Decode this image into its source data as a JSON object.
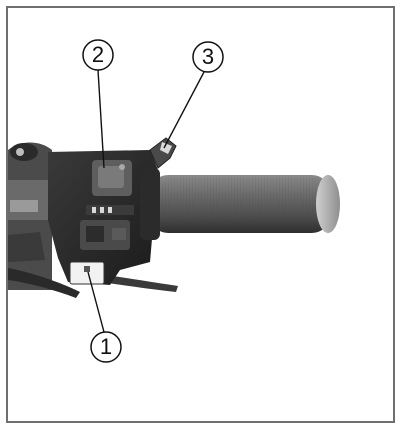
{
  "callouts": [
    {
      "label": "1"
    },
    {
      "label": "2"
    },
    {
      "label": "3"
    }
  ],
  "colors": {
    "frame": "#6f6f6f",
    "background": "#ffffff",
    "grip": "#5a5a5a",
    "switch_housing": "#2a2a2a"
  }
}
